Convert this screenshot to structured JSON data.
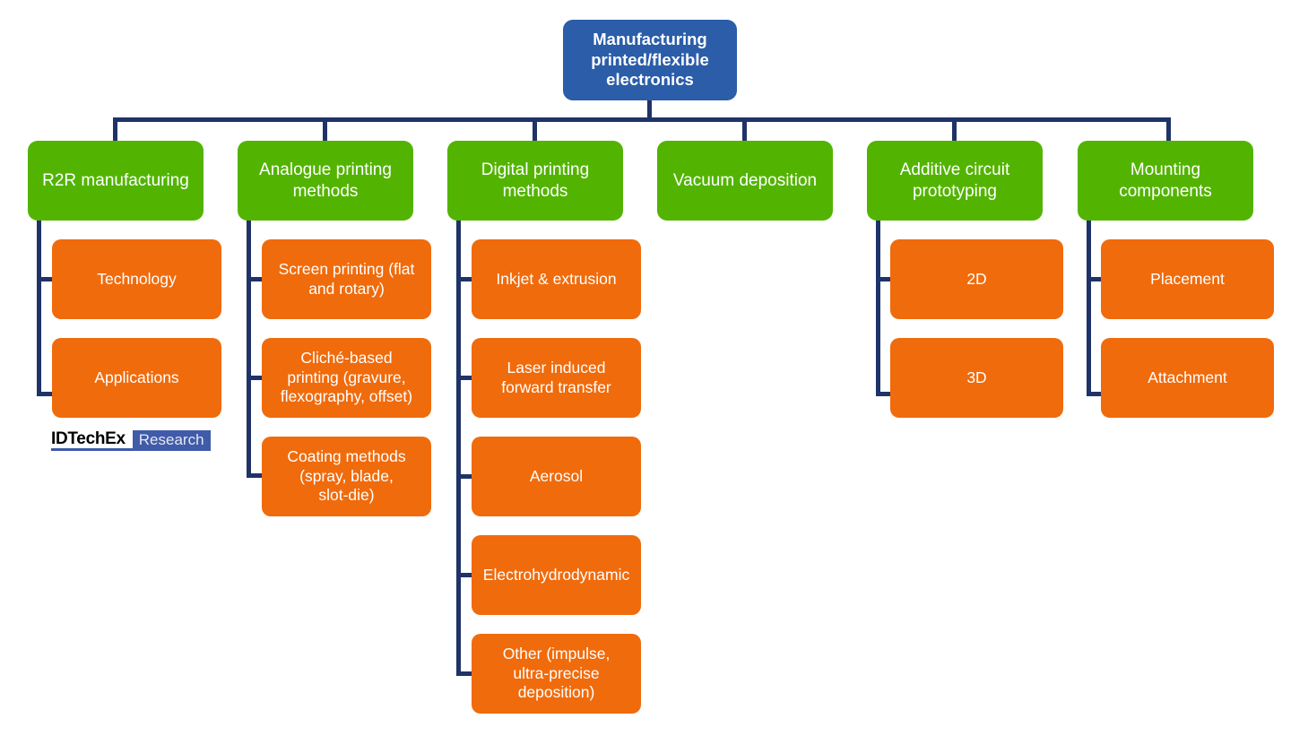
{
  "diagram": {
    "title": "Manufacturing printed/flexible electronics taxonomy",
    "colors": {
      "root": "#2B5DA8",
      "category": "#52B400",
      "leaf": "#F06B0C",
      "connector": "#1F3368",
      "background": "#FFFFFF",
      "text": "#FFFFFF",
      "logo_badge": "#3F5BA9"
    },
    "root": {
      "label": "Manufacturing printed/flexible electronics",
      "lines": [
        "Manufacturing",
        "printed/flexible",
        "electronics"
      ]
    },
    "branches": [
      {
        "label": "R2R manufacturing",
        "lines": [
          "R2R manufacturing"
        ],
        "children": [
          {
            "label": "Technology",
            "lines": [
              "Technology"
            ]
          },
          {
            "label": "Applications",
            "lines": [
              "Applications"
            ]
          }
        ]
      },
      {
        "label": "Analogue printing methods",
        "lines": [
          "Analogue printing",
          "methods"
        ],
        "children": [
          {
            "label": "Screen printing (flat and rotary)",
            "lines": [
              "Screen printing (flat",
              "and rotary)"
            ]
          },
          {
            "label": "Cliché-based printing (gravure, flexography, offset)",
            "lines": [
              "Cliché-based",
              "printing (gravure,",
              "flexography, offset)"
            ]
          },
          {
            "label": "Coating methods (spray, blade, slot-die)",
            "lines": [
              "Coating methods",
              "(spray, blade,",
              "slot-die)"
            ]
          }
        ]
      },
      {
        "label": "Digital printing methods",
        "lines": [
          "Digital printing",
          "methods"
        ],
        "children": [
          {
            "label": "Inkjet & extrusion",
            "lines": [
              "Inkjet & extrusion"
            ]
          },
          {
            "label": "Laser induced forward transfer",
            "lines": [
              "Laser induced",
              "forward transfer"
            ]
          },
          {
            "label": "Aerosol",
            "lines": [
              "Aerosol"
            ]
          },
          {
            "label": "Electrohydrodynamic",
            "lines": [
              "Electrohydrodynamic"
            ]
          },
          {
            "label": "Other (impulse, ultra-precise deposition)",
            "lines": [
              "Other (impulse,",
              "ultra-precise",
              "deposition)"
            ]
          }
        ]
      },
      {
        "label": "Vacuum deposition",
        "lines": [
          "Vacuum deposition"
        ],
        "children": []
      },
      {
        "label": "Additive circuit prototyping",
        "lines": [
          "Additive circuit",
          "prototyping"
        ],
        "children": [
          {
            "label": "2D",
            "lines": [
              "2D"
            ]
          },
          {
            "label": "3D",
            "lines": [
              "3D"
            ]
          }
        ]
      },
      {
        "label": "Mounting components",
        "lines": [
          "Mounting",
          "components"
        ],
        "children": [
          {
            "label": "Placement",
            "lines": [
              "Placement"
            ]
          },
          {
            "label": "Attachment",
            "lines": [
              "Attachment"
            ]
          }
        ]
      }
    ],
    "logo": {
      "word": "IDTechEx",
      "badge": "Research"
    }
  }
}
